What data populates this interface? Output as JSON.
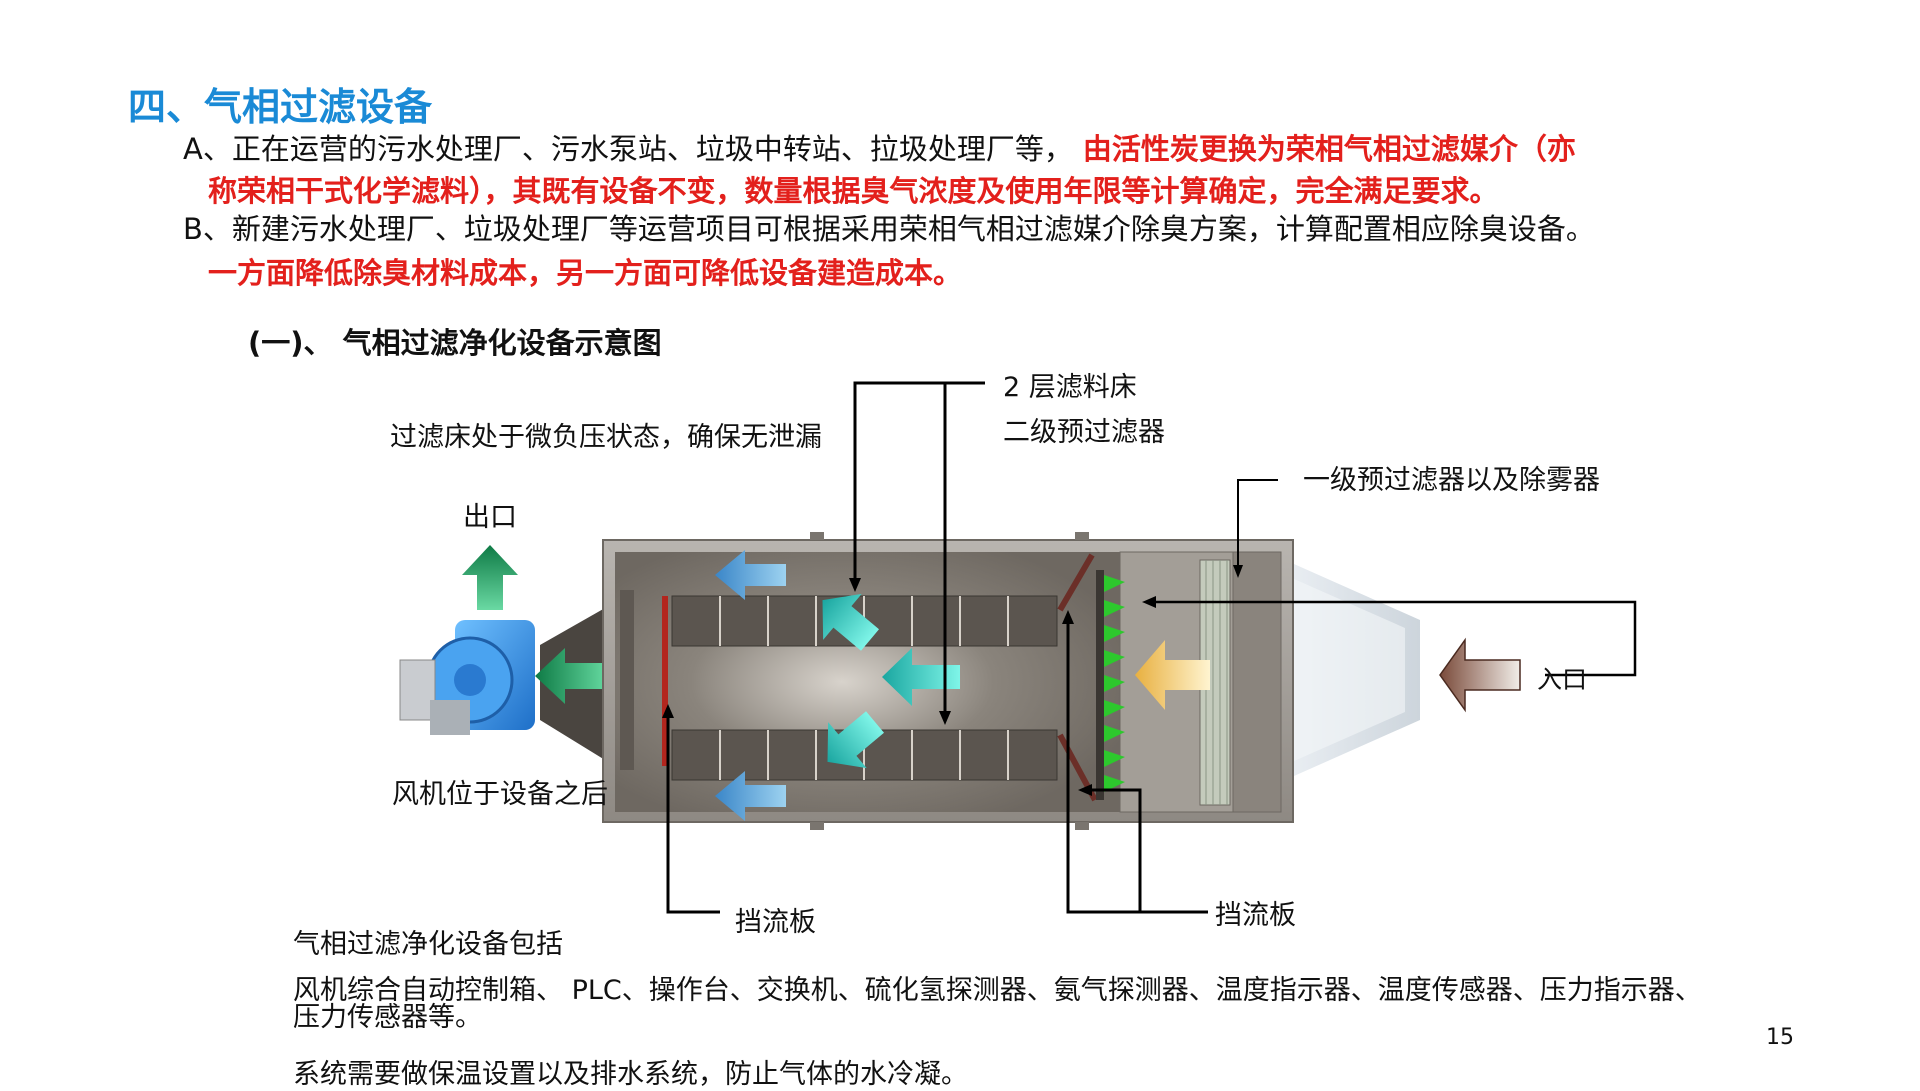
{
  "title": "四、气相过滤设备",
  "para_a": {
    "normal": "A、正在运营的污水处理厂、污水泵站、垃圾中转站、拉圾处理厂等，",
    "red_1": "由活性炭更换为荣相气相过滤媒介（亦",
    "red_2": "称荣相干式化学滤料），其既有设备不变，数量根据臭气浓度及使用年限等计算确定，完全满足要求。"
  },
  "para_b": {
    "normal": "B、新建污水处理厂、垃圾处理厂等运营项目可根据采用荣相气相过滤媒介除臭方案，计算配置相应除臭设备。",
    "red": "一方面降低除臭材料成本，另一方面可降低设备建造成本。"
  },
  "subtitle": "(一)、 气相过滤净化设备示意图",
  "labels": {
    "filter_bed": "2 层滤料床",
    "secondary_prefilter": "二级预过滤器",
    "negative_pressure": "过滤床处于微负压状态，确保无泄漏",
    "primary_prefilter": "一级预过滤器以及除雾器",
    "outlet": "出口",
    "inlet": "入口",
    "fan": "风机位于设备之后",
    "baffle_left": "挡流板",
    "baffle_right": "挡流板"
  },
  "footer": {
    "line1": "气相过滤净化设备包括",
    "line2": "风机综合自动控制箱、 PLC、操作台、交换机、硫化氢探测器、氨气探测器、温度指示器、温度传感器、压力指示器、",
    "line3": "压力传感器等。",
    "line4": "系统需要做保温设置以及排水系统，防止气体的水冷凝。"
  },
  "page_number": "15",
  "colors": {
    "title_blue": "#1a8ad6",
    "emphasis_red": "#e3201c",
    "housing_gray": "#8a8580",
    "arrow_teal": "#3fe0d0",
    "arrow_blue": "#5aa8d8",
    "arrow_green": "#1c9a5a",
    "arrow_gold": "#e8b040",
    "filter_green": "#2dc82d"
  }
}
